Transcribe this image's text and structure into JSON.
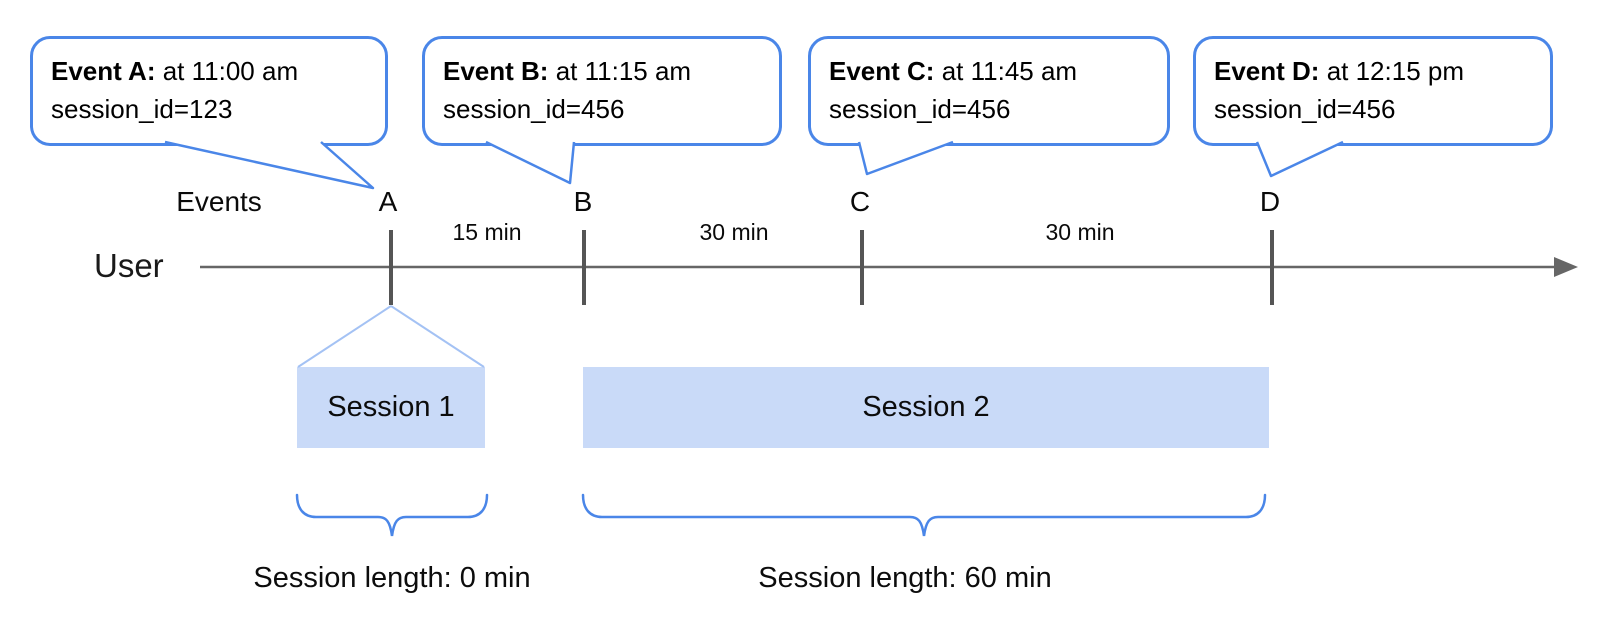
{
  "diagram": {
    "events_label": "Events",
    "user_label": "User",
    "markers": [
      "A",
      "B",
      "C",
      "D"
    ],
    "intervals": [
      "15 min",
      "30 min",
      "30 min"
    ],
    "bubbles": [
      {
        "bold": "Event A:",
        "rest": " at 11:00 am",
        "line2": "session_id=123"
      },
      {
        "bold": "Event B:",
        "rest": " at 11:15 am",
        "line2": "session_id=456"
      },
      {
        "bold": "Event C:",
        "rest": " at 11:45 am",
        "line2": "session_id=456"
      },
      {
        "bold": "Event D:",
        "rest": " at 12:15 pm",
        "line2": "session_id=456"
      }
    ],
    "sessions": [
      {
        "label": "Session 1",
        "length": "Session length: 0 min"
      },
      {
        "label": "Session 2",
        "length": "Session length: 60 min"
      }
    ],
    "colors": {
      "bubble_border": "#4a86e8",
      "brace": "#4a86e8",
      "session_fill": "#c9daf8",
      "funnel_line": "#a4c2f4",
      "timeline_line": "#666666",
      "tick": "#555555"
    }
  }
}
